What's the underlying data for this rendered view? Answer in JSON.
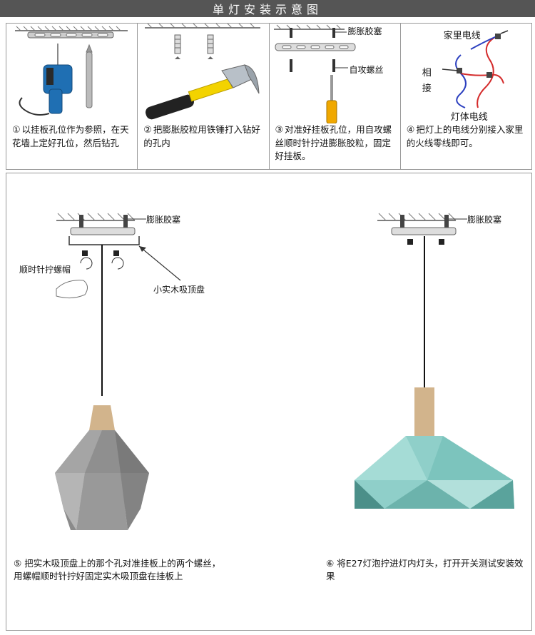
{
  "title": "单灯安装示意图",
  "steps": [
    {
      "num": "①",
      "text": "以挂板孔位作为参照，在天花墙上定好孔位，然后钻孔"
    },
    {
      "num": "②",
      "text": "把膨胀胶粒用铁锤打入钻好的孔内"
    },
    {
      "num": "③",
      "text": "对准好挂板孔位，用自攻螺丝顺时针拧进膨胀胶粒，固定好挂板。",
      "label_anchor": "膨胀胶塞",
      "label_screw": "自攻螺丝"
    },
    {
      "num": "④",
      "text": "把灯上的电线分别接入家里的火线零线即可。",
      "label_home_wire": "家里电线",
      "label_phase_1": "相",
      "label_phase_2": "接",
      "label_lamp_wire": "灯体电线"
    }
  ],
  "bottom": {
    "left": {
      "label_anchor": "膨胀胶塞",
      "label_turn": "顺时针拧螺帽",
      "label_canopy": "小实木吸顶盘",
      "num": "⑤",
      "text": "把实木吸顶盘上的那个孔对准挂板上的两个螺丝，用螺帽顺时针拧好固定实木吸顶盘在挂板上"
    },
    "right": {
      "label_anchor": "膨胀胶塞",
      "num": "⑥",
      "text": "将E27灯泡拧进灯内灯头，打开开关测试安装效果"
    },
    "colors": {
      "grey_shade": "#8f8f8f",
      "teal_shade": "#8fcfc9",
      "wood": "#d2b48c"
    }
  }
}
